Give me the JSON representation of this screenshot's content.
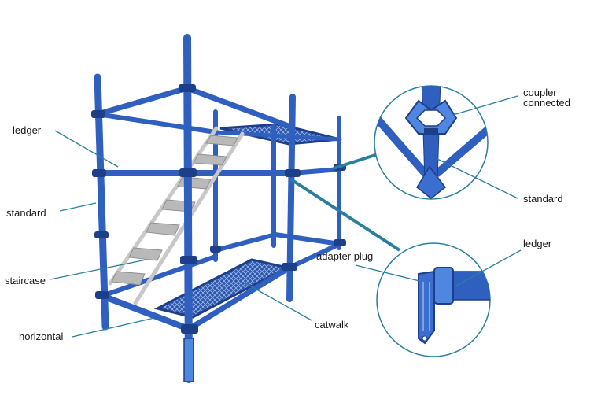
{
  "labels": {
    "ledger_left": "ledger",
    "standard_left": "standard",
    "staircase": "staircase",
    "horizontal": "horizontal",
    "catwalk": "catwalk",
    "adapter_plug": "adapter plug",
    "coupler_line1": "coupler",
    "coupler_line2": "connected",
    "standard_right": "standard",
    "ledger_right": "ledger"
  },
  "colors": {
    "steel": "#2f5fbf",
    "steel_dark": "#1d3f8a",
    "steel_light": "#4f86e0",
    "leader": "#2a7f9f",
    "callout_ring": "#2a7f9f",
    "stair": "#c8c8c8",
    "text": "#1a1a1a"
  }
}
